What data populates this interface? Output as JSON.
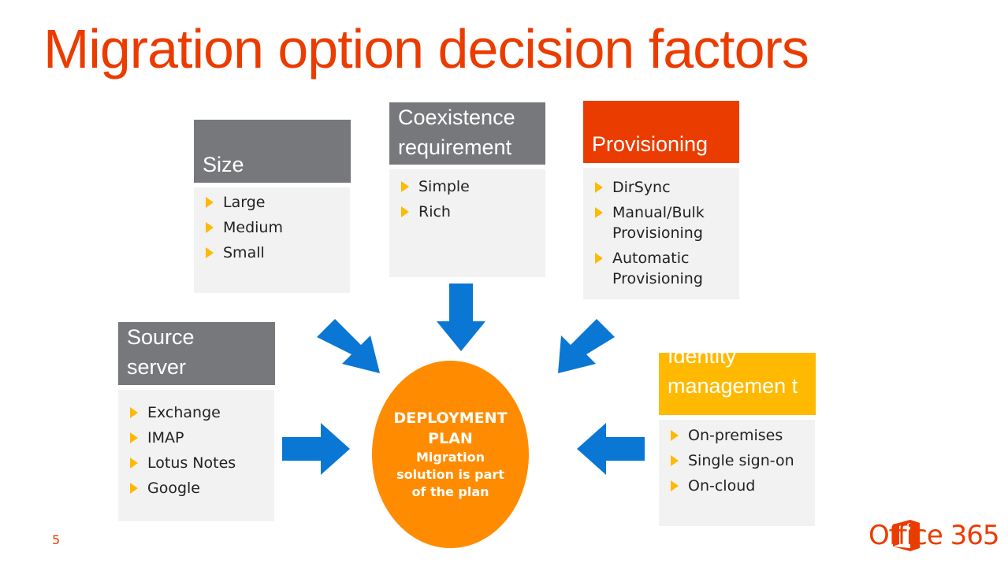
{
  "slide": {
    "title": "Migration option decision factors",
    "page_number": "5",
    "logo_text": "Office 365"
  },
  "center": {
    "heading": "DEPLOYMENT PLAN",
    "subtext": "Migration solution is part of the plan"
  },
  "cards": {
    "size": {
      "title": "Size",
      "items": [
        "Large",
        "Medium",
        "Small"
      ]
    },
    "coexistence": {
      "title": "Coexistence requirement",
      "items": [
        "Simple",
        "Rich"
      ]
    },
    "provisioning": {
      "title": "Provisioning",
      "items": [
        "DirSync",
        "Manual/Bulk Provisioning",
        "Automatic Provisioning"
      ]
    },
    "source": {
      "title": "Source server",
      "items": [
        "Exchange",
        "IMAP",
        "Lotus Notes",
        "Google"
      ]
    },
    "identity": {
      "title": "Identity managemen t",
      "items": [
        "On-premises",
        "Single sign-on",
        "On-cloud"
      ]
    }
  },
  "colors": {
    "accent": "#eb3c00",
    "gray_header": "#77787b",
    "yellow": "#ffb900",
    "center_circle": "#ff8c00",
    "arrow": "#0a77d4"
  }
}
